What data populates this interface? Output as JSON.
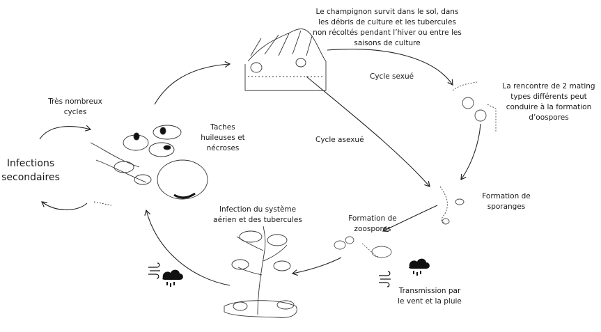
{
  "labels": {
    "survival": [
      "Le champignon survit dans le sol, dans",
      "les débris de culture et les tubercules",
      "non récoltés pendant l’hiver ou entre les",
      "saisons de culture"
    ],
    "sexual_cycle": "Cycle sexué",
    "oospores": [
      "La rencontre de 2 mating",
      "types différents peut",
      "conduire à la formation",
      "d’oospores"
    ],
    "asexual_cycle": "Cycle asexué",
    "many_cycles": [
      "Très nombreux",
      "cycles"
    ],
    "spots": [
      "Taches",
      "huileuses et",
      "nécroses"
    ],
    "secondary": [
      "Infections",
      "secondaires"
    ],
    "sporangia": [
      "Formation de",
      "sporanges"
    ],
    "zoospores": [
      "Formation de",
      "zoospores"
    ],
    "infection": [
      "Infection du système",
      "aérien et des tubercules"
    ],
    "transmission": [
      "Transmission par",
      "le vent et la pluie"
    ]
  },
  "icons": [
    "wind-icon",
    "rain-cloud-icon"
  ]
}
